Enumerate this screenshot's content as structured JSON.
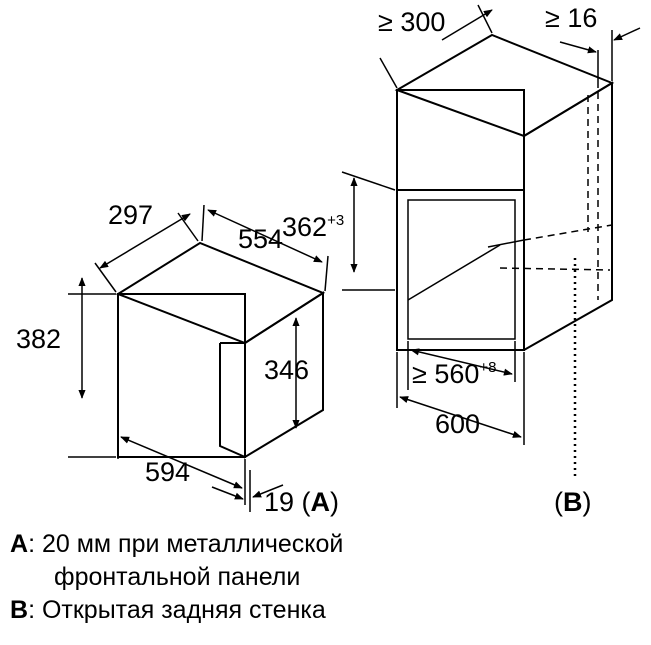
{
  "dimensions": {
    "oven_depth": "297",
    "oven_width_top": "554",
    "oven_height": "382",
    "oven_inner_height": "346",
    "oven_width_front": "594",
    "panel_offset": "19",
    "panel_offset_label": "A",
    "niche_depth": "≥ 300",
    "niche_rear_gap": "≥ 16",
    "niche_height": "362",
    "niche_height_tol": "+3",
    "niche_width_min": "≥ 560",
    "niche_width_min_tol": "+8",
    "niche_width": "600",
    "rear_label": "B"
  },
  "legend": {
    "a_key": "A",
    "a_text_1": ": 20 мм при металлической",
    "a_text_2": "фронтальной панели",
    "b_key": "B",
    "b_text": ": Открытая задняя стенка"
  }
}
